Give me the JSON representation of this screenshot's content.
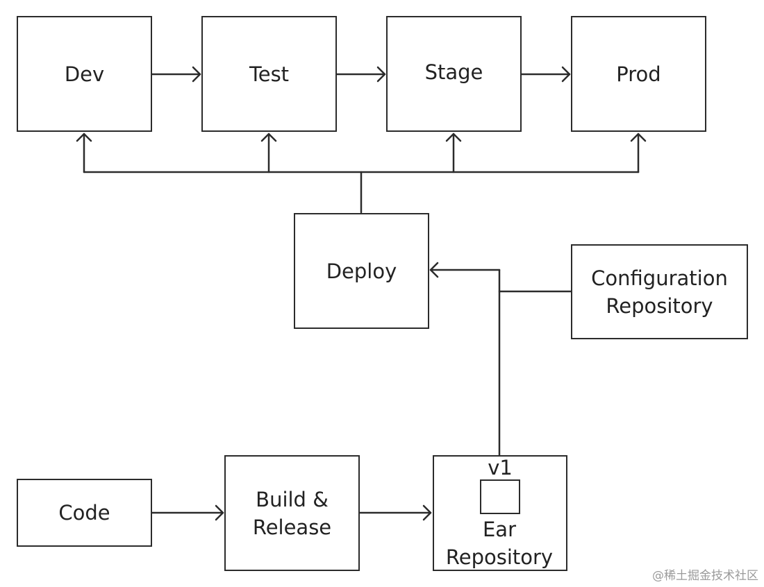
{
  "stages": {
    "dev": "Dev",
    "test": "Test",
    "stage": "Stage",
    "prod": "Prod"
  },
  "deploy": "Deploy",
  "config_repo": {
    "line1": "Configuration",
    "line2": "Repository"
  },
  "code": "Code",
  "build_release": {
    "line1": "Build &",
    "line2": "Release"
  },
  "ear_repo": {
    "version": "v1",
    "line1": "Ear",
    "line2": "Repository"
  },
  "watermark": "@稀土掘金技术社区",
  "colors": {
    "stroke": "#2b2b2b",
    "text": "#222222",
    "watermark": "#9a9a9a"
  }
}
